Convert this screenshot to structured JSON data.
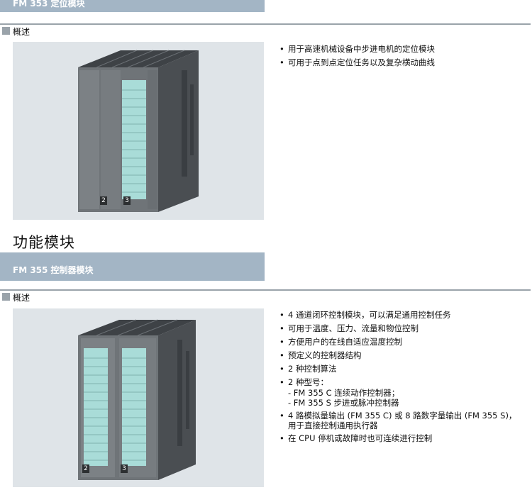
{
  "section1": {
    "header": "FM 353 定位模块",
    "subhead": "概述",
    "bullets": [
      "用于高速机械设备中步进电机的定位模块",
      "可用于点到点定位任务以及复杂横动曲线"
    ],
    "module_badge_left": "2",
    "module_badge_right": "3"
  },
  "section2": {
    "title": "功能模块",
    "header": "FM 355 控制器模块",
    "subhead": "概述",
    "bullets": {
      "b1": "4 通道闭环控制模块，可以满足通用控制任务",
      "b2": "可用于温度、压力、流量和物位控制",
      "b3": "方便用户的在线自适应温度控制",
      "b4": "预定义的控制器结构",
      "b5": "2 种控制算法",
      "b6": "2 种型号：",
      "b6_sub1": "- FM 355 C 连续动作控制器；",
      "b6_sub2": "- FM 355 S 步进或脉冲控制器",
      "b7": "4 路模拟量输出 (FM 355 C) 或 8 路数字量输出 (FM 355 S)，",
      "b7_cont": "用于直接控制通用执行器",
      "b8": "在 CPU 停机或故障时也可连续进行控制"
    },
    "module_badge_left": "2",
    "module_badge_right": "3"
  }
}
